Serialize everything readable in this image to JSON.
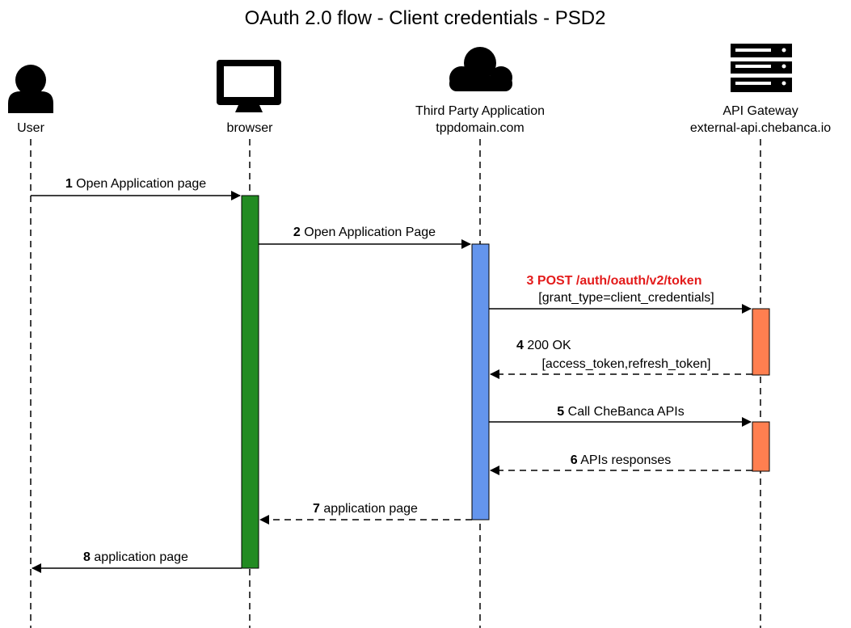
{
  "title": "OAuth 2.0 flow - Client credentials - PSD2",
  "participants": {
    "user": {
      "name": "User",
      "icon": "user-icon"
    },
    "browser": {
      "name": "browser",
      "icon": "monitor-icon"
    },
    "tpp": {
      "name": "Third Party Application",
      "domain": "tppdomain.com",
      "icon": "cloud-icon"
    },
    "gateway": {
      "name": "API Gateway",
      "domain": "external-api.chebanca.io",
      "icon": "server-icon"
    }
  },
  "messages": [
    {
      "num": "1",
      "text": "Open Application page",
      "style": "solid"
    },
    {
      "num": "2",
      "text": "Open Application Page",
      "style": "solid"
    },
    {
      "num": "3",
      "text": "POST /auth/oauth/v2/token",
      "detail": "[grant_type=client_credentials]",
      "style": "solid",
      "highlight": "#e31b1b"
    },
    {
      "num": "4",
      "text": "200 OK",
      "detail": "[access_token,refresh_token]",
      "style": "dashed"
    },
    {
      "num": "5",
      "text": "Call CheBanca APIs",
      "style": "solid"
    },
    {
      "num": "6",
      "text": "APIs responses",
      "style": "dashed"
    },
    {
      "num": "7",
      "text": "application page",
      "style": "dashed"
    },
    {
      "num": "8",
      "text": "application page",
      "style": "solid"
    }
  ],
  "colors": {
    "browser_activation": "#228b22",
    "tpp_activation": "#6495ed",
    "gateway_activation": "#ff7f50",
    "highlight": "#e31b1b"
  }
}
